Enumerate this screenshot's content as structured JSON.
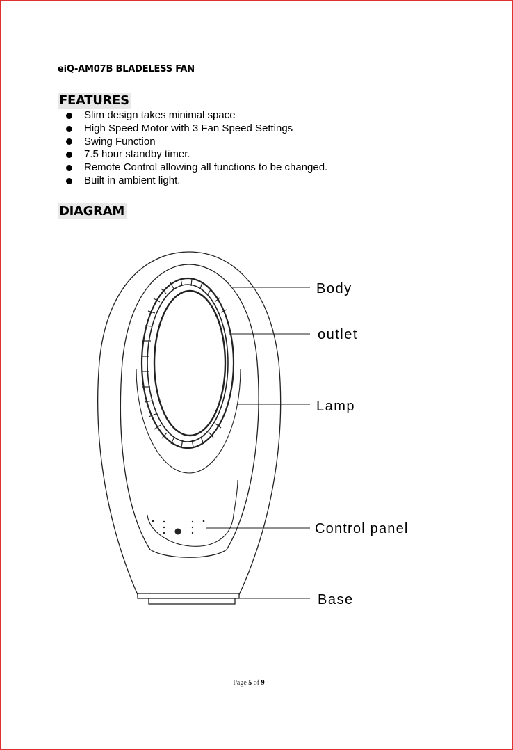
{
  "document": {
    "title": "eiQ-AM07B  BLADELESS FAN"
  },
  "features": {
    "heading": "FEATURES",
    "items": [
      "Slim design takes minimal space",
      "High Speed Motor with 3 Fan Speed Settings",
      "Swing Function",
      "7.5 hour standby timer.",
      "Remote Control allowing all functions to be changed.",
      "Built in ambient light."
    ]
  },
  "diagram": {
    "heading": "DIAGRAM",
    "labels": {
      "body": "Body",
      "outlet": "outlet",
      "lamp": "Lamp",
      "control_panel": "Control panel",
      "base": "Base"
    }
  },
  "footer": {
    "prefix": "Page",
    "current": "5",
    "separator": "of",
    "total": "9"
  },
  "colors": {
    "page_border": "#e03030",
    "heading_highlight": "#e8e8e8"
  }
}
